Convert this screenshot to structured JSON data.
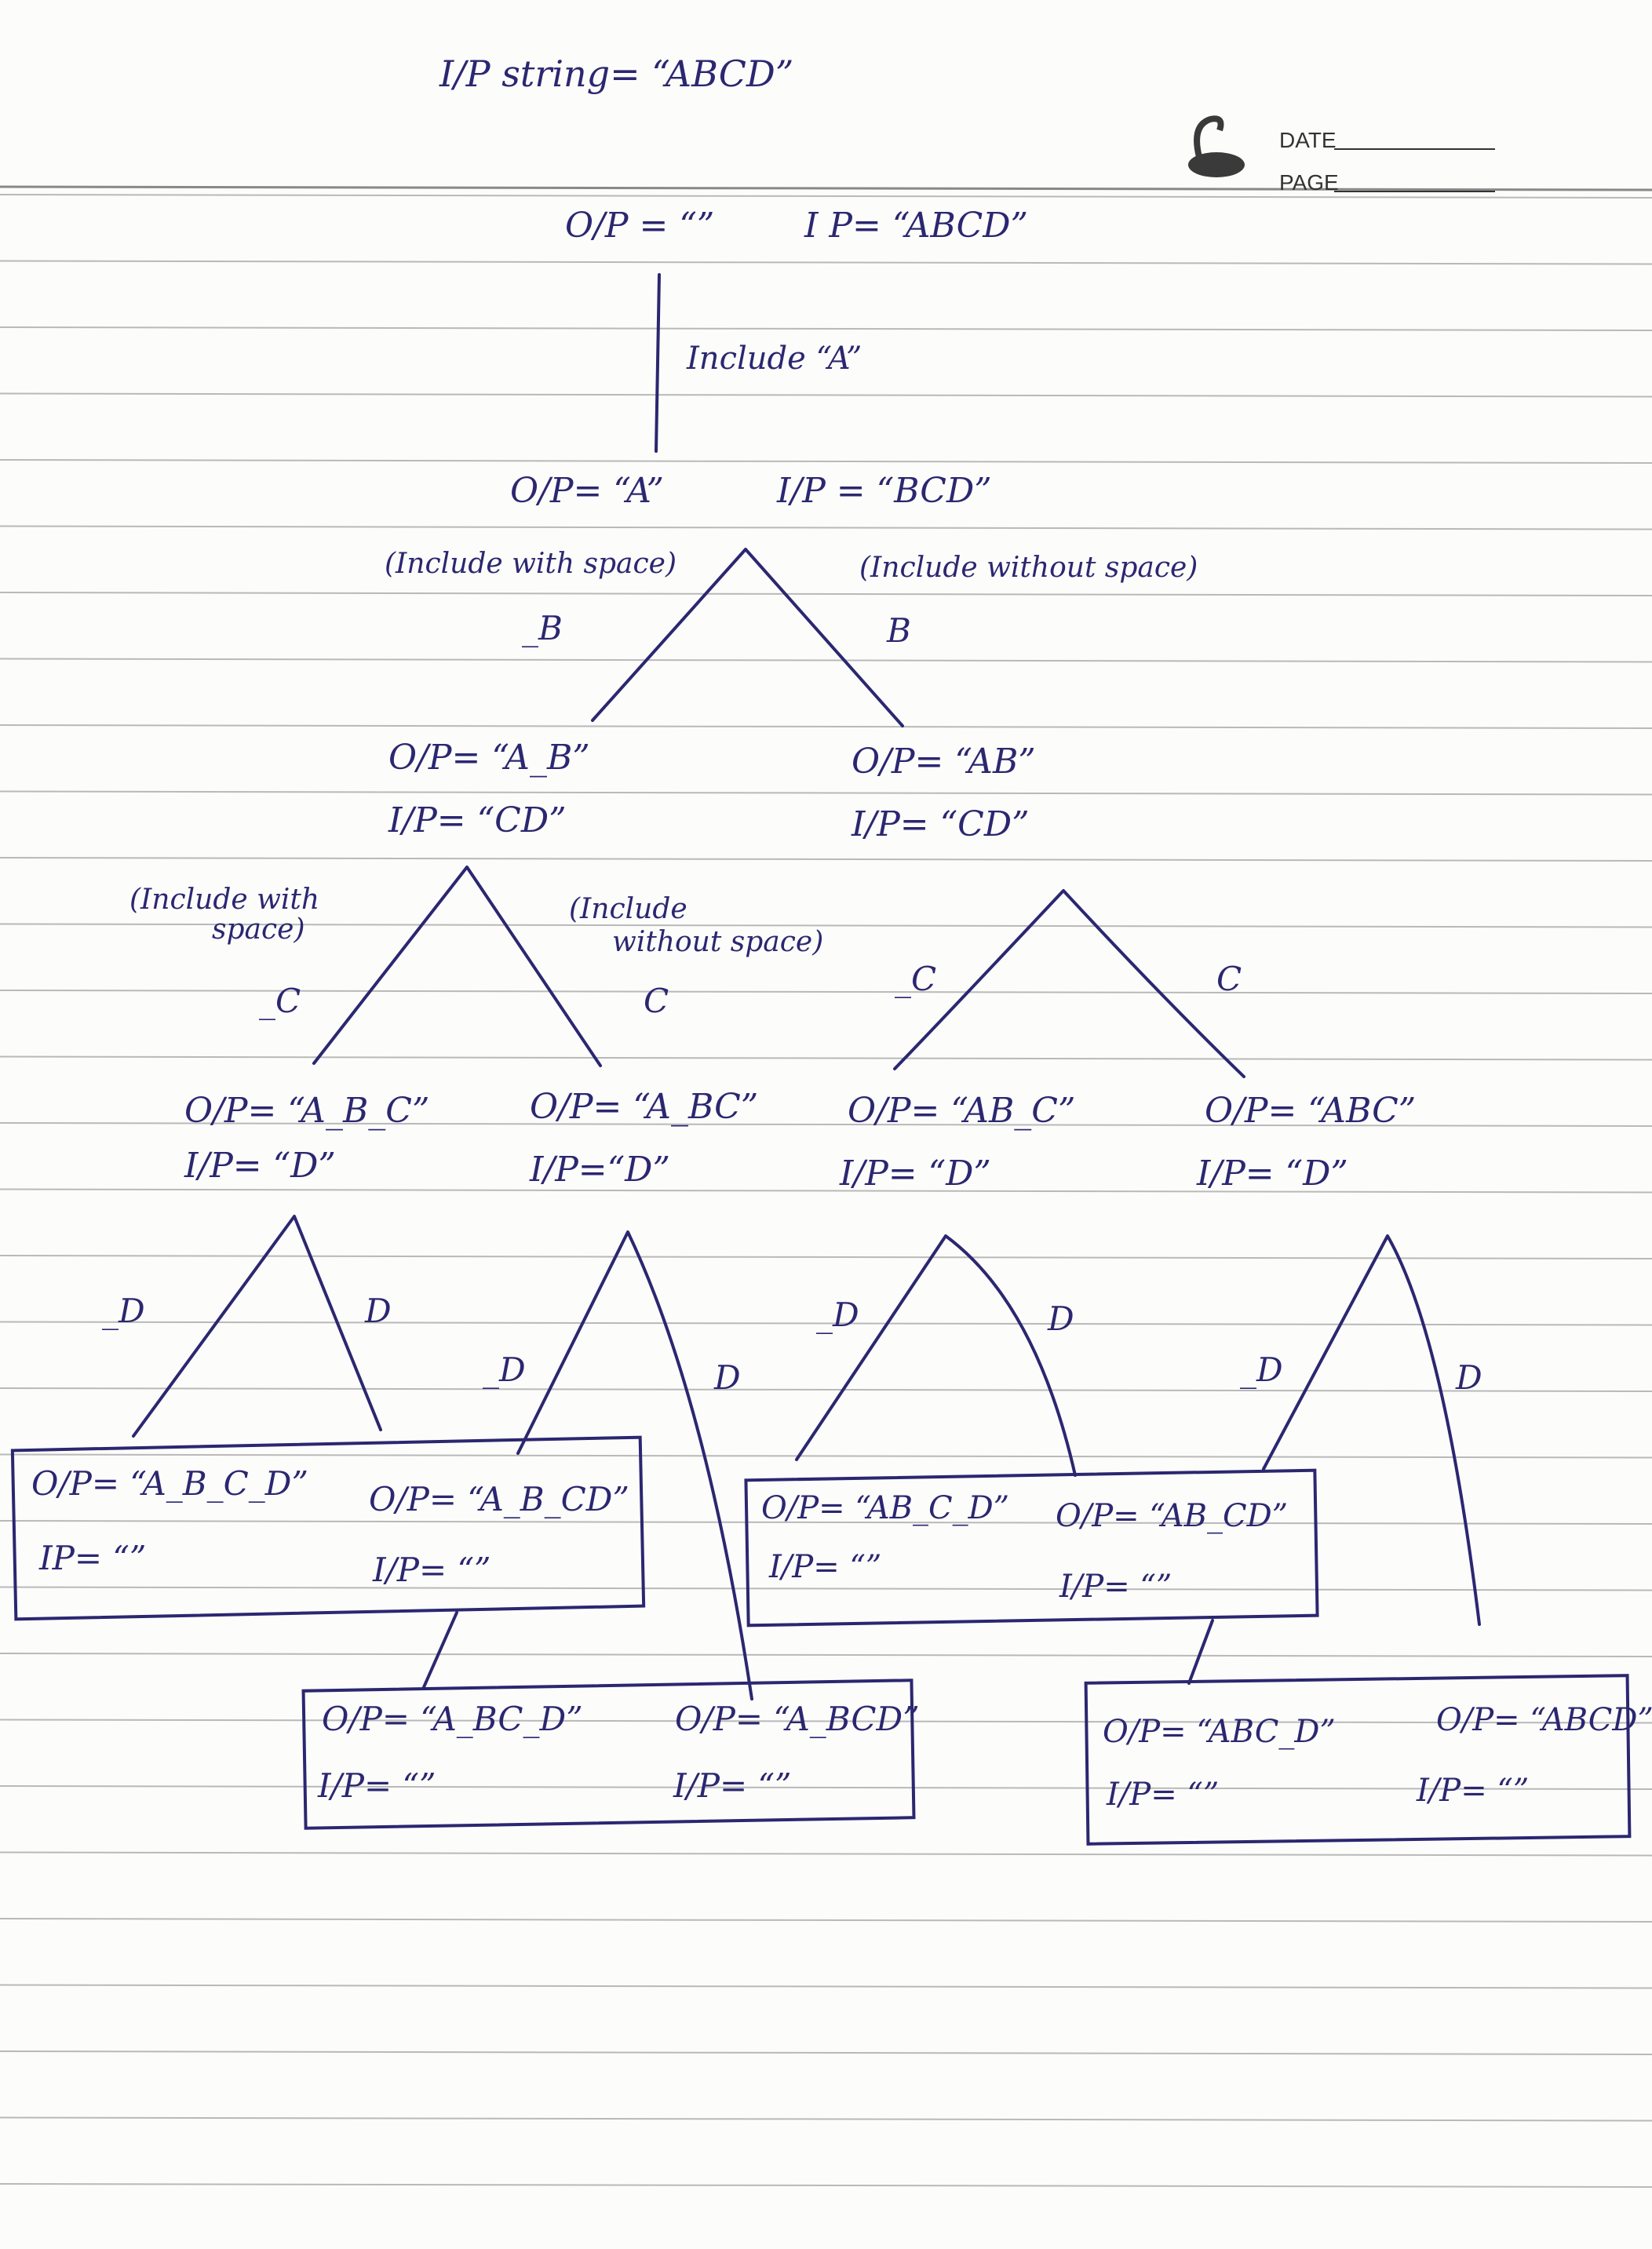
{
  "header": {
    "title": "I/P string= “ABCD”",
    "date_label": "DATE",
    "page_label": "PAGE"
  },
  "root": {
    "op": "O/P = “”",
    "ip": "I P= “ABCD”"
  },
  "step1": {
    "label": "Include “A”"
  },
  "level1": {
    "op": "O/P= “A”",
    "ip": "I/P = “BCD”"
  },
  "branch_b": {
    "left_note": "(Include with space)",
    "left_edge": "_B",
    "right_note": "(Include without space)",
    "right_edge": "B"
  },
  "level2": [
    {
      "op": "O/P= “A_B”",
      "ip": "I/P= “CD”"
    },
    {
      "op": "O/P= “AB”",
      "ip": "I/P= “CD”"
    }
  ],
  "branch_c": {
    "left_note_1": "(Include with",
    "left_note_2": "space)",
    "right_note_1": "(Include",
    "right_note_2": "without space)",
    "edge_1": "_C",
    "edge_2": "C",
    "edge_3": "_C",
    "edge_4": "C"
  },
  "level3": [
    {
      "op": "O/P= “A_B_C”",
      "ip": "I/P= “D”"
    },
    {
      "op": "O/P= “A_BC”",
      "ip": "I/P=“D”"
    },
    {
      "op": "O/P= “AB_C”",
      "ip": "I/P= “D”"
    },
    {
      "op": "O/P= “ABC”",
      "ip": "I/P= “D”"
    }
  ],
  "branch_d": {
    "e1": "_D",
    "e2": "D",
    "e3": "_D",
    "e4": "D",
    "e5": "_D",
    "e6": "D",
    "e7": "_D",
    "e8": "D"
  },
  "leaves": [
    {
      "op": "O/P= “A_B_C_D”",
      "ip": "IP= “”"
    },
    {
      "op": "O/P= “A_B_CD”",
      "ip": "I/P= “”"
    },
    {
      "op": "O/P= “A_BC_D”",
      "ip": "I/P= “”"
    },
    {
      "op": "O/P= “A_BCD”",
      "ip": "I/P= “”"
    },
    {
      "op": "O/P= “AB_C_D”",
      "ip": "I/P= “”"
    },
    {
      "op": "O/P= “AB_CD”",
      "ip": "I/P= “”"
    },
    {
      "op": "O/P= “ABC_D”",
      "ip": "I/P= “”"
    },
    {
      "op": "O/P= “ABCD”",
      "ip": "I/P= “”"
    }
  ],
  "colors": {
    "ink": "#2b2770",
    "rule": "#b9b9b9"
  }
}
